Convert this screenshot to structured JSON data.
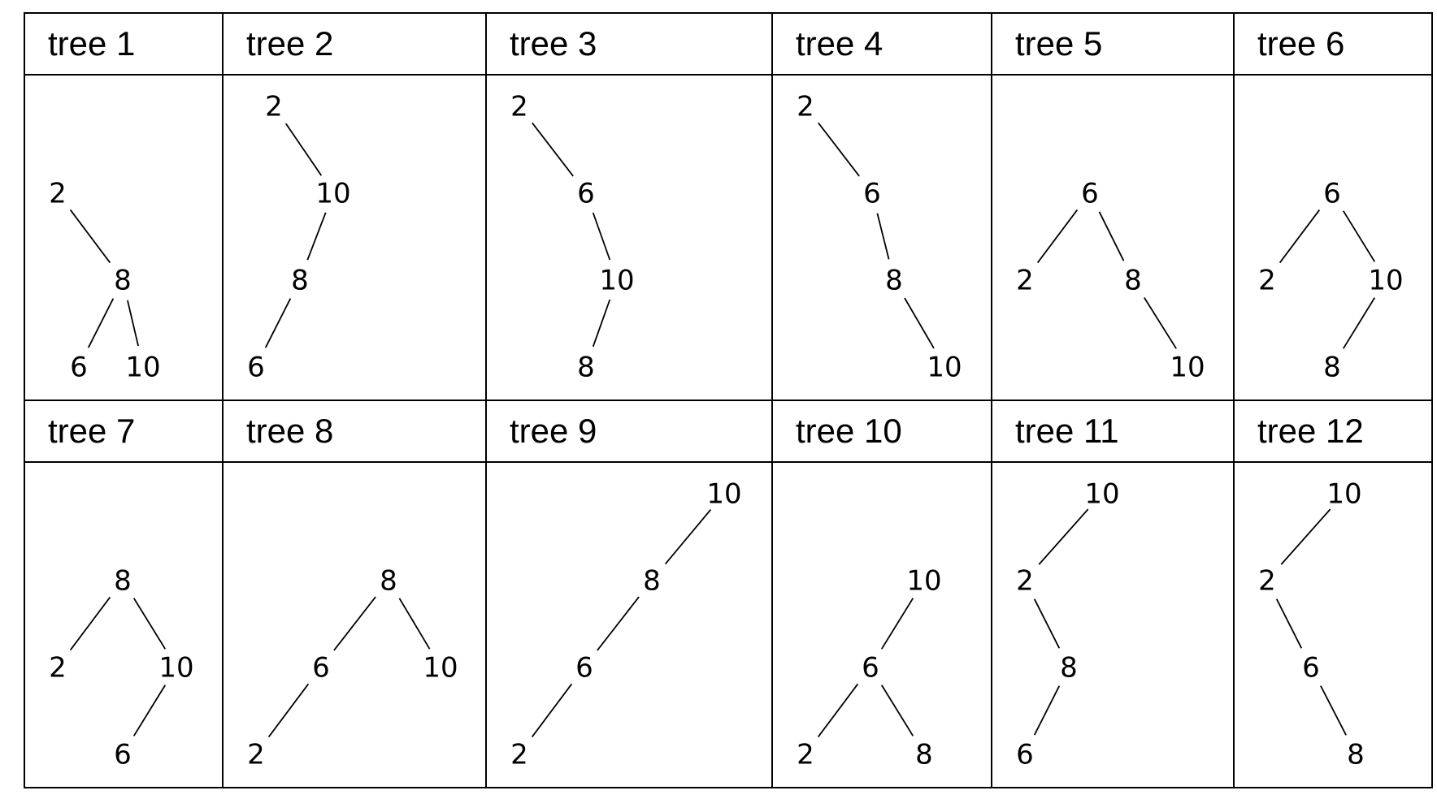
{
  "trees": [
    {
      "title": "tree 1",
      "nodes": [
        "2",
        "8",
        "6",
        "10"
      ],
      "edges": [
        [
          0,
          1
        ],
        [
          1,
          2
        ],
        [
          1,
          3
        ]
      ]
    },
    {
      "title": "tree 2",
      "nodes": [
        "2",
        "10",
        "8",
        "6"
      ],
      "edges": [
        [
          0,
          1
        ],
        [
          1,
          2
        ],
        [
          2,
          3
        ]
      ]
    },
    {
      "title": "tree 3",
      "nodes": [
        "2",
        "6",
        "10",
        "8"
      ],
      "edges": [
        [
          0,
          1
        ],
        [
          1,
          2
        ],
        [
          2,
          3
        ]
      ]
    },
    {
      "title": "tree 4",
      "nodes": [
        "2",
        "6",
        "8",
        "10"
      ],
      "edges": [
        [
          0,
          1
        ],
        [
          1,
          2
        ],
        [
          2,
          3
        ]
      ]
    },
    {
      "title": "tree 5",
      "nodes": [
        "6",
        "2",
        "8",
        "10"
      ],
      "edges": [
        [
          0,
          1
        ],
        [
          0,
          2
        ],
        [
          2,
          3
        ]
      ]
    },
    {
      "title": "tree 6",
      "nodes": [
        "6",
        "2",
        "10",
        "8"
      ],
      "edges": [
        [
          0,
          1
        ],
        [
          0,
          2
        ],
        [
          2,
          3
        ]
      ]
    },
    {
      "title": "tree 7",
      "nodes": [
        "8",
        "2",
        "10",
        "6"
      ],
      "edges": [
        [
          0,
          1
        ],
        [
          0,
          2
        ],
        [
          2,
          3
        ]
      ]
    },
    {
      "title": "tree 8",
      "nodes": [
        "8",
        "6",
        "10",
        "2"
      ],
      "edges": [
        [
          0,
          1
        ],
        [
          0,
          2
        ],
        [
          1,
          3
        ]
      ]
    },
    {
      "title": "tree 9",
      "nodes": [
        "10",
        "8",
        "6",
        "2"
      ],
      "edges": [
        [
          0,
          1
        ],
        [
          1,
          2
        ],
        [
          2,
          3
        ]
      ]
    },
    {
      "title": "tree 10",
      "nodes": [
        "10",
        "6",
        "2",
        "8"
      ],
      "edges": [
        [
          0,
          1
        ],
        [
          1,
          2
        ],
        [
          1,
          3
        ]
      ]
    },
    {
      "title": "tree 11",
      "nodes": [
        "10",
        "2",
        "8",
        "6"
      ],
      "edges": [
        [
          0,
          1
        ],
        [
          1,
          2
        ],
        [
          2,
          3
        ]
      ]
    },
    {
      "title": "tree 12",
      "nodes": [
        "10",
        "2",
        "6",
        "8"
      ],
      "edges": [
        [
          0,
          1
        ],
        [
          1,
          2
        ],
        [
          2,
          3
        ]
      ]
    }
  ]
}
